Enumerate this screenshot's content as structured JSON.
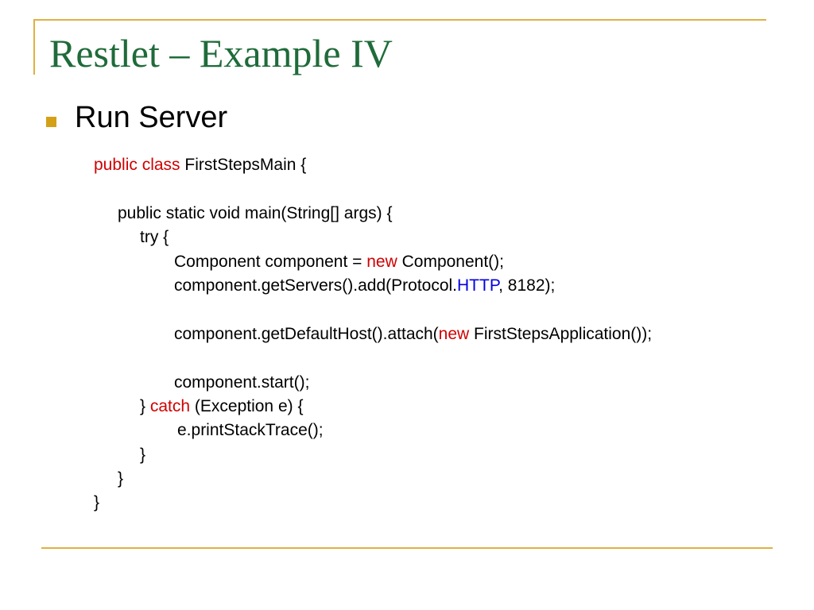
{
  "slide": {
    "title": "Restlet – Example IV",
    "bullet": "Run Server"
  },
  "colors": {
    "title": "#1f6b3a",
    "rule": "#e0b040",
    "bullet": "#d4a017",
    "keyword_red": "#d00000",
    "keyword_blue": "#0000e0"
  },
  "code": [
    {
      "indent": 0,
      "segments": [
        {
          "t": "public class",
          "c": "red"
        },
        {
          "t": " FirstStepsMain {",
          "c": ""
        }
      ]
    },
    {
      "indent": 0,
      "segments": []
    },
    {
      "indent": 1,
      "segments": [
        {
          "t": "public static void main(String[] args) {",
          "c": ""
        }
      ]
    },
    {
      "indent": 2,
      "segments": [
        {
          "t": "try {",
          "c": ""
        }
      ]
    },
    {
      "indent": 3,
      "segments": [
        {
          "t": "Component component = ",
          "c": ""
        },
        {
          "t": "new",
          "c": "red"
        },
        {
          "t": " Component();",
          "c": ""
        }
      ]
    },
    {
      "indent": 3,
      "segments": [
        {
          "t": "component.getServers().add(Protocol.",
          "c": ""
        },
        {
          "t": "HTTP",
          "c": "blue"
        },
        {
          "t": ", 8182);",
          "c": ""
        }
      ]
    },
    {
      "indent": 0,
      "segments": []
    },
    {
      "indent": 3,
      "segments": [
        {
          "t": "component.getDefaultHost().attach(",
          "c": ""
        },
        {
          "t": "new",
          "c": "red"
        },
        {
          "t": " FirstStepsApplication());",
          "c": ""
        }
      ]
    },
    {
      "indent": 0,
      "segments": []
    },
    {
      "indent": 3,
      "segments": [
        {
          "t": "component.start();",
          "c": ""
        }
      ]
    },
    {
      "indent": 2,
      "segments": [
        {
          "t": "} ",
          "c": ""
        },
        {
          "t": "catch",
          "c": "red"
        },
        {
          "t": " (Exception e) {",
          "c": ""
        }
      ]
    },
    {
      "indent": 4,
      "segments": [
        {
          "t": "e.printStackTrace();",
          "c": ""
        }
      ]
    },
    {
      "indent": 2,
      "segments": [
        {
          "t": "}",
          "c": ""
        }
      ]
    },
    {
      "indent": 1,
      "segments": [
        {
          "t": "}",
          "c": ""
        }
      ]
    },
    {
      "indent": 0,
      "segments": [
        {
          "t": "}",
          "c": ""
        }
      ]
    }
  ]
}
